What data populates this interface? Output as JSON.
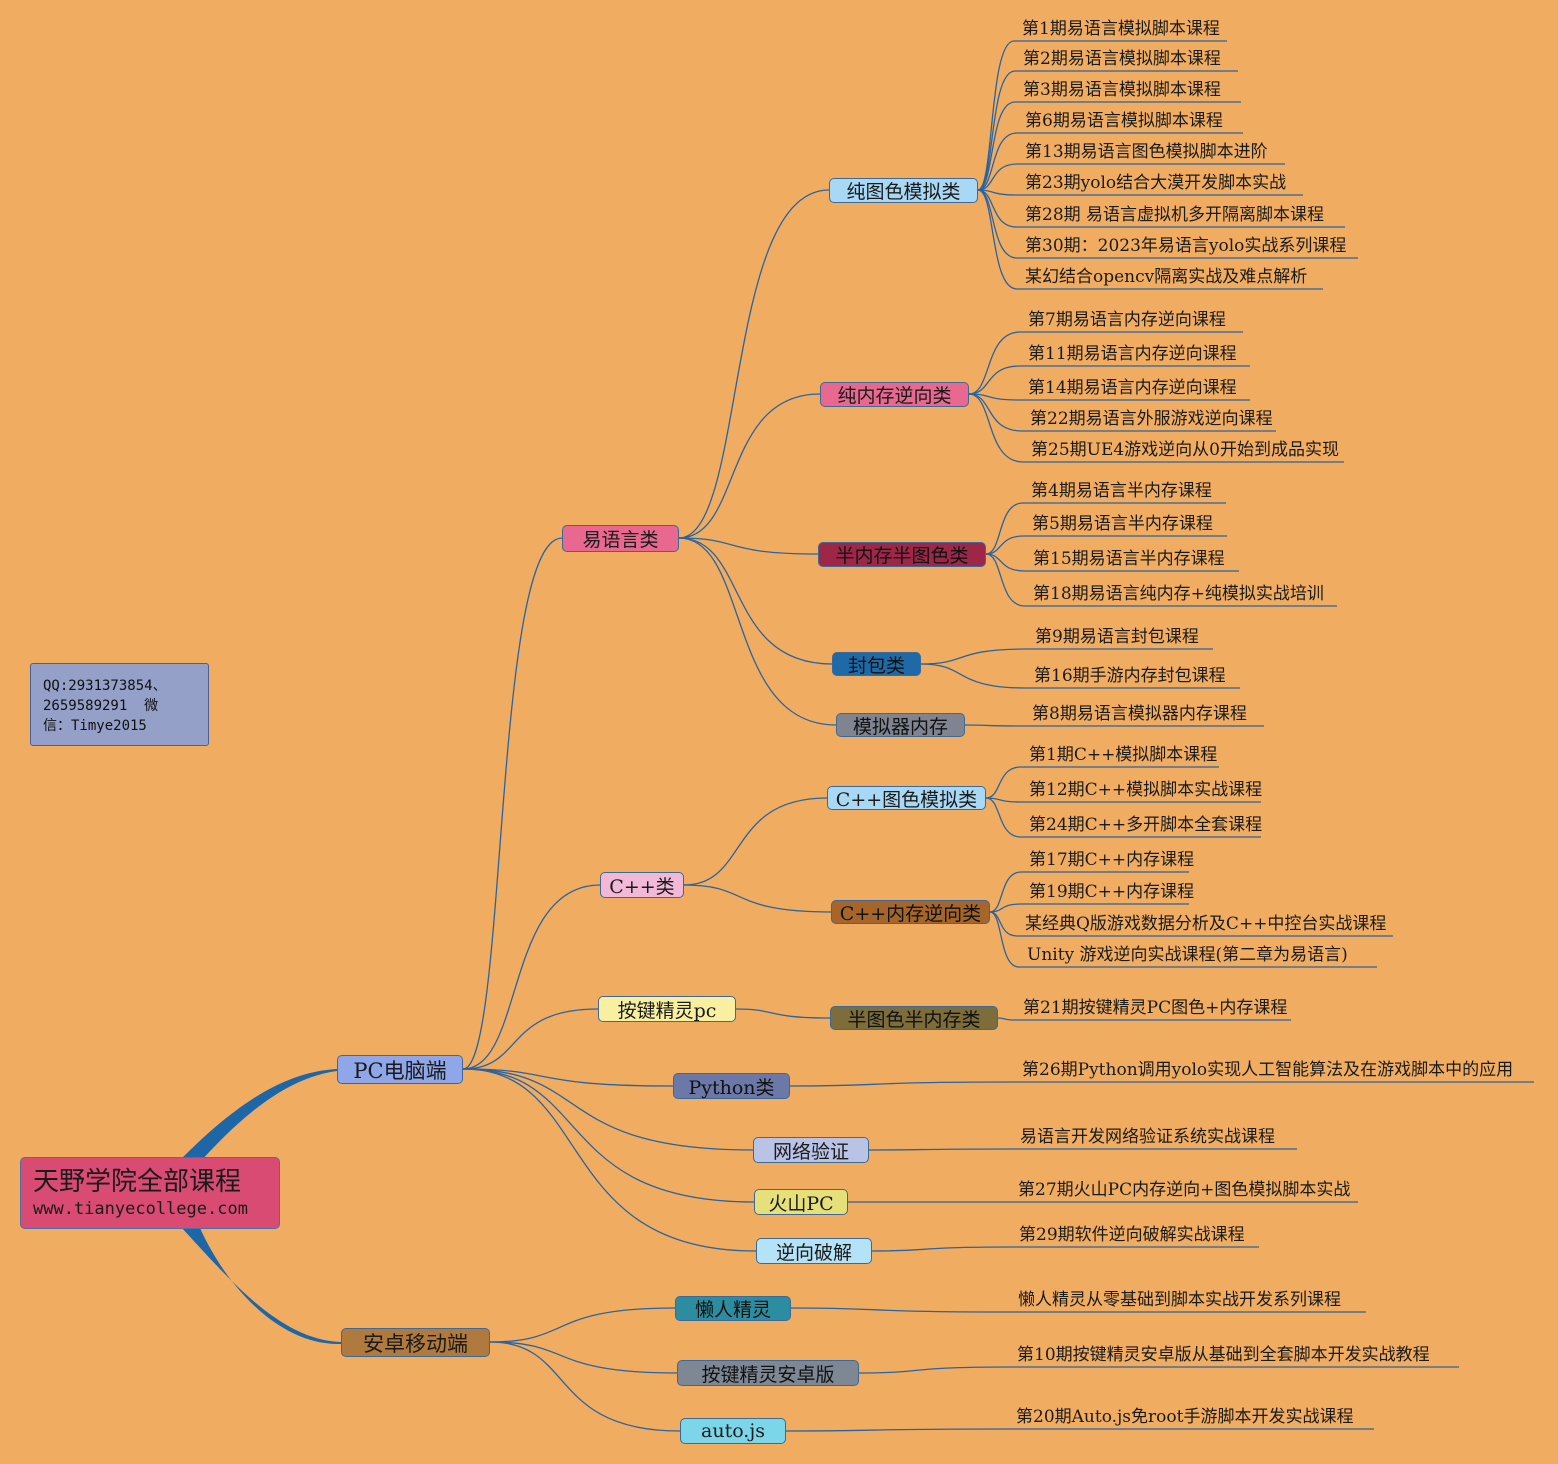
{
  "root": {
    "title": "天野学院全部课程",
    "url": "www.tianyecollege.com"
  },
  "note": {
    "text": "QQ:2931373854、\n2659589291  微\n信：Timye2015"
  },
  "pc": {
    "label": "PC电脑端",
    "yi": {
      "label": "易语言类",
      "pure_image": {
        "label": "纯图色模拟类",
        "items": [
          "第1期易语言模拟脚本课程",
          "第2期易语言模拟脚本课程",
          "第3期易语言模拟脚本课程",
          "第6期易语言模拟脚本课程",
          "第13期易语言图色模拟脚本进阶",
          "第23期yolo结合大漠开发脚本实战",
          "第28期 易语言虚拟机多开隔离脚本课程",
          "第30期：2023年易语言yolo实战系列课程",
          "某幻结合opencv隔离实战及难点解析"
        ]
      },
      "pure_memory": {
        "label": "纯内存逆向类",
        "items": [
          "第7期易语言内存逆向课程",
          "第11期易语言内存逆向课程",
          "第14期易语言内存逆向课程",
          "第22期易语言外服游戏逆向课程",
          "第25期UE4游戏逆向从0开始到成品实现"
        ]
      },
      "half": {
        "label": "半内存半图色类",
        "items": [
          "第4期易语言半内存课程",
          "第5期易语言半内存课程",
          "第15期易语言半内存课程",
          "第18期易语言纯内存+纯模拟实战培训"
        ]
      },
      "packet": {
        "label": "封包类",
        "items": [
          "第9期易语言封包课程",
          "第16期手游内存封包课程"
        ]
      },
      "emulator": {
        "label": "模拟器内存",
        "items": [
          "第8期易语言模拟器内存课程"
        ]
      }
    },
    "cpp": {
      "label": "C++类",
      "image": {
        "label": "C++图色模拟类",
        "items": [
          "第1期C++模拟脚本课程",
          "第12期C++模拟脚本实战课程",
          "第24期C++多开脚本全套课程"
        ]
      },
      "memory": {
        "label": "C++内存逆向类",
        "items": [
          "第17期C++内存课程",
          "第19期C++内存课程",
          "某经典Q版游戏数据分析及C++中控台实战课程",
          "Unity 游戏逆向实战课程(第二章为易语言)"
        ]
      }
    },
    "ajjl": {
      "label": "按键精灵pc",
      "half": {
        "label": "半图色半内存类",
        "items": [
          "第21期按键精灵PC图色+内存课程"
        ]
      }
    },
    "python": {
      "label": "Python类",
      "items": [
        "第26期Python调用yolo实现人工智能算法及在游戏脚本中的应用"
      ]
    },
    "network": {
      "label": "网络验证",
      "items": [
        "易语言开发网络验证系统实战课程"
      ]
    },
    "huoshan": {
      "label": "火山PC",
      "items": [
        "第27期火山PC内存逆向+图色模拟脚本实战"
      ]
    },
    "crack": {
      "label": "逆向破解",
      "items": [
        "第29期软件逆向破解实战课程"
      ]
    }
  },
  "android": {
    "label": "安卓移动端",
    "lanren": {
      "label": "懒人精灵",
      "items": [
        "懒人精灵从零基础到脚本实战开发系列课程"
      ]
    },
    "ajazb": {
      "label": "按键精灵安卓版",
      "items": [
        "第10期按键精灵安卓版从基础到全套脚本开发实战教程"
      ]
    },
    "autojs": {
      "label": "auto.js",
      "items": [
        "第20期Auto.js免root手游脚本开发实战课程"
      ]
    }
  },
  "colors": {
    "background": "#f0ad62",
    "line": "#2a63a0",
    "root": "#d94b72",
    "pc": "#8fa6e8",
    "android": "#b07a3e",
    "yi": "#e8688f",
    "pure_image": "#a9d8f5",
    "pure_memory": "#e8688f",
    "half": "#9e2748",
    "packet": "#1e6aa8",
    "emulator": "#7f8490",
    "cpp": "#f2b8d8",
    "cpp_image": "#a9d8f5",
    "cpp_memory": "#a6652a",
    "ajjl": "#f8f0a0",
    "ajjl_half": "#7d6d3a",
    "python": "#6c79a8",
    "network": "#b9c3e6",
    "huoshan": "#e6e07a",
    "crack": "#b4e2f6",
    "lanren": "#2d8da0",
    "ajazb": "#7e8894",
    "autojs": "#7ad6e8"
  }
}
